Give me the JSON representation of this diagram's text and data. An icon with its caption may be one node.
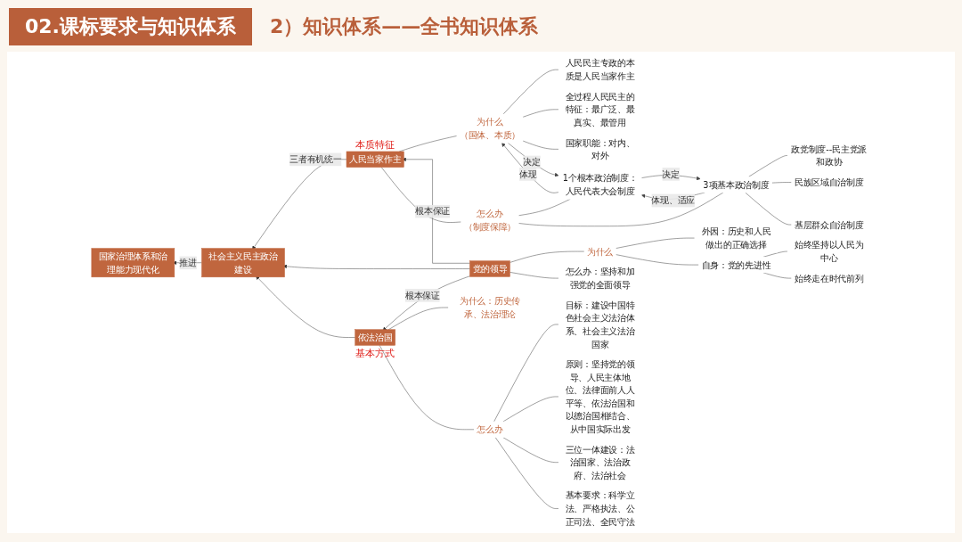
{
  "diagram": {
    "title": "02.课标要求与知识体系",
    "nodes": [
      {
        "text": [
          "国家治理体系和治理能力现代化"
        ]
      },
      {
        "text": [
          "社会主义民主政治建设"
        ]
      },
      {
        "text": [
          "人民当家作主"
        ],
        "beside": [
          "本质特征"
        ]
      },
      {
        "text": [
          "党的领导"
        ]
      },
      {
        "text": [
          "依法治国"
        ],
        "beside": [
          "基本方式"
        ]
      },
      {
        "text": [
          "为什么",
          "（国体、本质）"
        ]
      },
      {
        "text": [
          "人民民主专政的本质是人民当家作主"
        ]
      },
      {
        "text": [
          "全过程人民民主的特征：最广泛、最真实、最管用"
        ]
      },
      {
        "text": [
          "国家职能：对内、对外"
        ]
      },
      {
        "text": [
          "怎么办",
          "（制度保障）"
        ]
      },
      {
        "text": [
          "1个根本政治制度：人民代表大会制度"
        ]
      },
      {
        "text": [
          "3项基本政治制度"
        ]
      },
      {
        "text": [
          "政党制度--民主党派和政协"
        ]
      },
      {
        "text": [
          "民族区域自治制度"
        ]
      },
      {
        "text": [
          "基层群众自治制度"
        ]
      },
      {
        "text": [
          "为什么"
        ]
      },
      {
        "text": [
          "外因：历史和人民做出的正确选择"
        ]
      },
      {
        "text": [
          "自身：党的先进性"
        ]
      },
      {
        "text": [
          "始终坚持以人民为中心"
        ]
      },
      {
        "text": [
          "始终走在时代前列"
        ]
      },
      {
        "text": [
          "怎么办：坚持和加强党的全面领导"
        ]
      },
      {
        "text": [
          "为什么：历史传承、法治理论"
        ]
      },
      {
        "text": [
          "怎么办"
        ]
      },
      {
        "text": [
          "目标：建设中国特色社会主义法治体系、社会主义法治国家"
        ]
      },
      {
        "text": [
          "原则：坚持党的领导、人民主体地位、法律面前人人平等、依法治国和以德治国相结合、从中国实际出发"
        ]
      },
      {
        "text": [
          "三位一体建设：法治国家、法治政府、法治社会"
        ]
      },
      {
        "text": [
          "基本要求：科学立法、严格执法、公正司法、全民守法"
        ]
      }
    ],
    "edges": [
      {
        "from": 1,
        "to": 0,
        "arrow": "to",
        "label": "推进"
      },
      {
        "from": 2,
        "to": 1,
        "arrow": "to",
        "label": "三者有机统一"
      },
      {
        "from": 3,
        "to": 1,
        "arrow": "to"
      },
      {
        "from": 4,
        "to": 1,
        "arrow": "to"
      },
      {
        "from": 3,
        "to": 2,
        "arrow": "to",
        "label": "根本保证"
      },
      {
        "from": 3,
        "to": 4,
        "arrow": "to",
        "label": "根本保证"
      },
      {
        "from": 2,
        "to": 5,
        "arrow": "none"
      },
      {
        "from": 2,
        "to": 9,
        "arrow": "none"
      },
      {
        "from": 5,
        "to": 6,
        "arrow": "none"
      },
      {
        "from": 5,
        "to": 7,
        "arrow": "none"
      },
      {
        "from": 5,
        "to": 8,
        "arrow": "none"
      },
      {
        "from": 5,
        "to": 10,
        "arrow": "to",
        "label": "决定"
      },
      {
        "from": 10,
        "to": 5,
        "arrow": "to",
        "label": "体现"
      },
      {
        "from": 9,
        "to": 10,
        "arrow": "none"
      },
      {
        "from": 9,
        "to": 11,
        "arrow": "none"
      },
      {
        "from": 10,
        "to": 11,
        "arrow": "to",
        "label": "决定"
      },
      {
        "from": 11,
        "to": 10,
        "arrow": "to",
        "label": "体现、适应"
      },
      {
        "from": 11,
        "to": 12,
        "arrow": "none"
      },
      {
        "from": 11,
        "to": 13,
        "arrow": "none"
      },
      {
        "from": 11,
        "to": 14,
        "arrow": "none"
      },
      {
        "from": 3,
        "to": 15,
        "arrow": "none"
      },
      {
        "from": 3,
        "to": 20,
        "arrow": "none"
      },
      {
        "from": 15,
        "to": 16,
        "arrow": "none"
      },
      {
        "from": 15,
        "to": 17,
        "arrow": "none"
      },
      {
        "from": 17,
        "to": 18,
        "arrow": "none"
      },
      {
        "from": 17,
        "to": 19,
        "arrow": "none"
      },
      {
        "from": 4,
        "to": 21,
        "arrow": "none"
      },
      {
        "from": 4,
        "to": 22,
        "arrow": "none"
      },
      {
        "from": 22,
        "to": 23,
        "arrow": "none"
      },
      {
        "from": 22,
        "to": 24,
        "arrow": "none"
      },
      {
        "from": 22,
        "to": 25,
        "arrow": "none"
      },
      {
        "from": 22,
        "to": 26,
        "arrow": "none"
      }
    ],
    "labels": [
      "2）知识体系——全书知识体系"
    ]
  }
}
